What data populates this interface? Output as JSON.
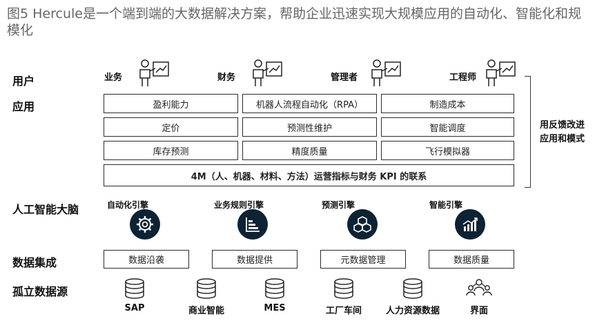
{
  "title": "图5 Hercule是一个端到端的大数据解决方案，帮助企业迅速实现大规模应用的自动化、智能化和规模化",
  "rows": {
    "users": "用户",
    "applications": "应用",
    "ai_brain": "人工智能大脑",
    "data_integration": "数据集成",
    "isolated_sources": "孤立数据源"
  },
  "users": [
    "业务",
    "财务",
    "管理者",
    "工程师"
  ],
  "applications": {
    "row1": [
      "盈利能力",
      "机器人流程自动化（RPA）",
      "制造成本"
    ],
    "row2": [
      "定价",
      "预测性维护",
      "智能调度"
    ],
    "row3": [
      "库存预测",
      "精度质量",
      "飞行模拟器"
    ],
    "wide": "4M（人、机器、材料、方法）运营指标与财务 KPI 的联系"
  },
  "feedback": "用反馈改进应用和模式",
  "engines": [
    "自动化引擎",
    "业务规则引擎",
    "预测引擎",
    "智能引擎"
  ],
  "integration": [
    "数据沿袭",
    "数据提供",
    "元数据管理",
    "数据质量"
  ],
  "sources": [
    "SAP",
    "商业智能",
    "MES",
    "工厂车间",
    "人力资源数据",
    "界面"
  ],
  "icons": {
    "users": "presenter-icon",
    "engines": [
      "gear-icon",
      "rules-chart-icon",
      "cubes-icon",
      "growth-chart-icon"
    ],
    "sources": [
      "database-icon",
      "database-icon",
      "database-icon",
      "database-icon",
      "database-icon",
      "people-network-icon"
    ]
  }
}
